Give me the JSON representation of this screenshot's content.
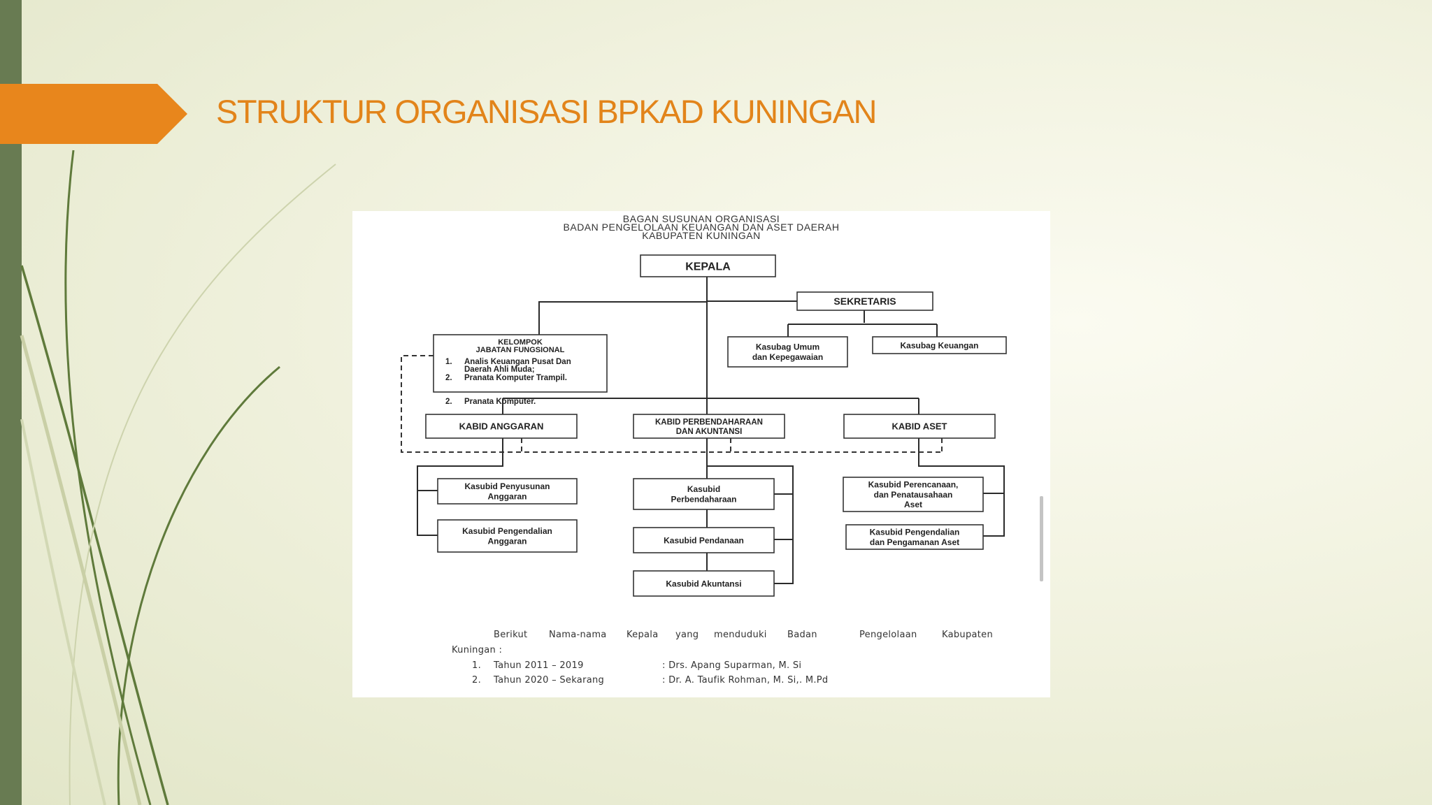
{
  "slide": {
    "title": "STRUKTUR ORGANISASI BPKAD KUNINGAN",
    "accent_color": "#e2841a",
    "bar_color": "#687b52"
  },
  "chart": {
    "title_lines": [
      "BAGAN SUSUNAN ORGANISASI",
      "BADAN PENGELOLAAN KEUANGAN DAN ASET DAERAH",
      "KABUPATEN KUNINGAN"
    ],
    "head": "KEPALA",
    "secretary": "SEKRETARIS",
    "secretary_units": [
      "Kasubag Umum",
      "dan Kepegawaian",
      "Kasubag Keuangan"
    ],
    "functional_group": {
      "title_lines": [
        "KELOMPOK",
        "JABATAN FUNGSIONAL"
      ],
      "items": [
        {
          "num": "1.",
          "lines": [
            "Analis Keuangan Pusat Dan",
            "Daerah Ahli Muda;"
          ]
        },
        {
          "num": "2.",
          "lines": [
            "Pranata Komputer Trampil."
          ]
        },
        {
          "num": "2.",
          "lines": [
            "Pranata Komputer."
          ]
        }
      ]
    },
    "divisions": [
      {
        "name_lines": [
          "KABID ANGGARAN"
        ],
        "subunits": [
          [
            "Kasubid Penyusunan",
            "Anggaran"
          ],
          [
            "Kasubid Pengendalian",
            "Anggaran"
          ]
        ]
      },
      {
        "name_lines": [
          "KABID PERBENDAHARAAN",
          "DAN AKUNTANSI"
        ],
        "subunits": [
          [
            "Kasubid",
            "Perbendaharaan"
          ],
          [
            "Kasubid Pendanaan"
          ],
          [
            "Kasubid Akuntansi"
          ]
        ]
      },
      {
        "name_lines": [
          "KABID ASET"
        ],
        "subunits": [
          [
            "Kasubid Perencanaan,",
            "dan Penatausahaan",
            "Aset"
          ],
          [
            "Kasubid Pengendalian",
            "dan Pengamanan Aset"
          ]
        ]
      }
    ]
  },
  "footer": {
    "intro_line1": [
      "Berikut",
      "Nama-nama",
      "Kepala",
      "yang",
      "menduduki",
      "Badan",
      "Pengelolaan",
      "Kabupaten"
    ],
    "intro_line2": "Kuningan :",
    "heads": [
      {
        "num": "1.",
        "period": "Tahun 2011 – 2019",
        "name": ": Drs. Apang Suparman, M. Si"
      },
      {
        "num": "2.",
        "period": "Tahun 2020 – Sekarang",
        "name": ": Dr. A. Taufik Rohman, M. Si,. M.Pd"
      }
    ]
  }
}
